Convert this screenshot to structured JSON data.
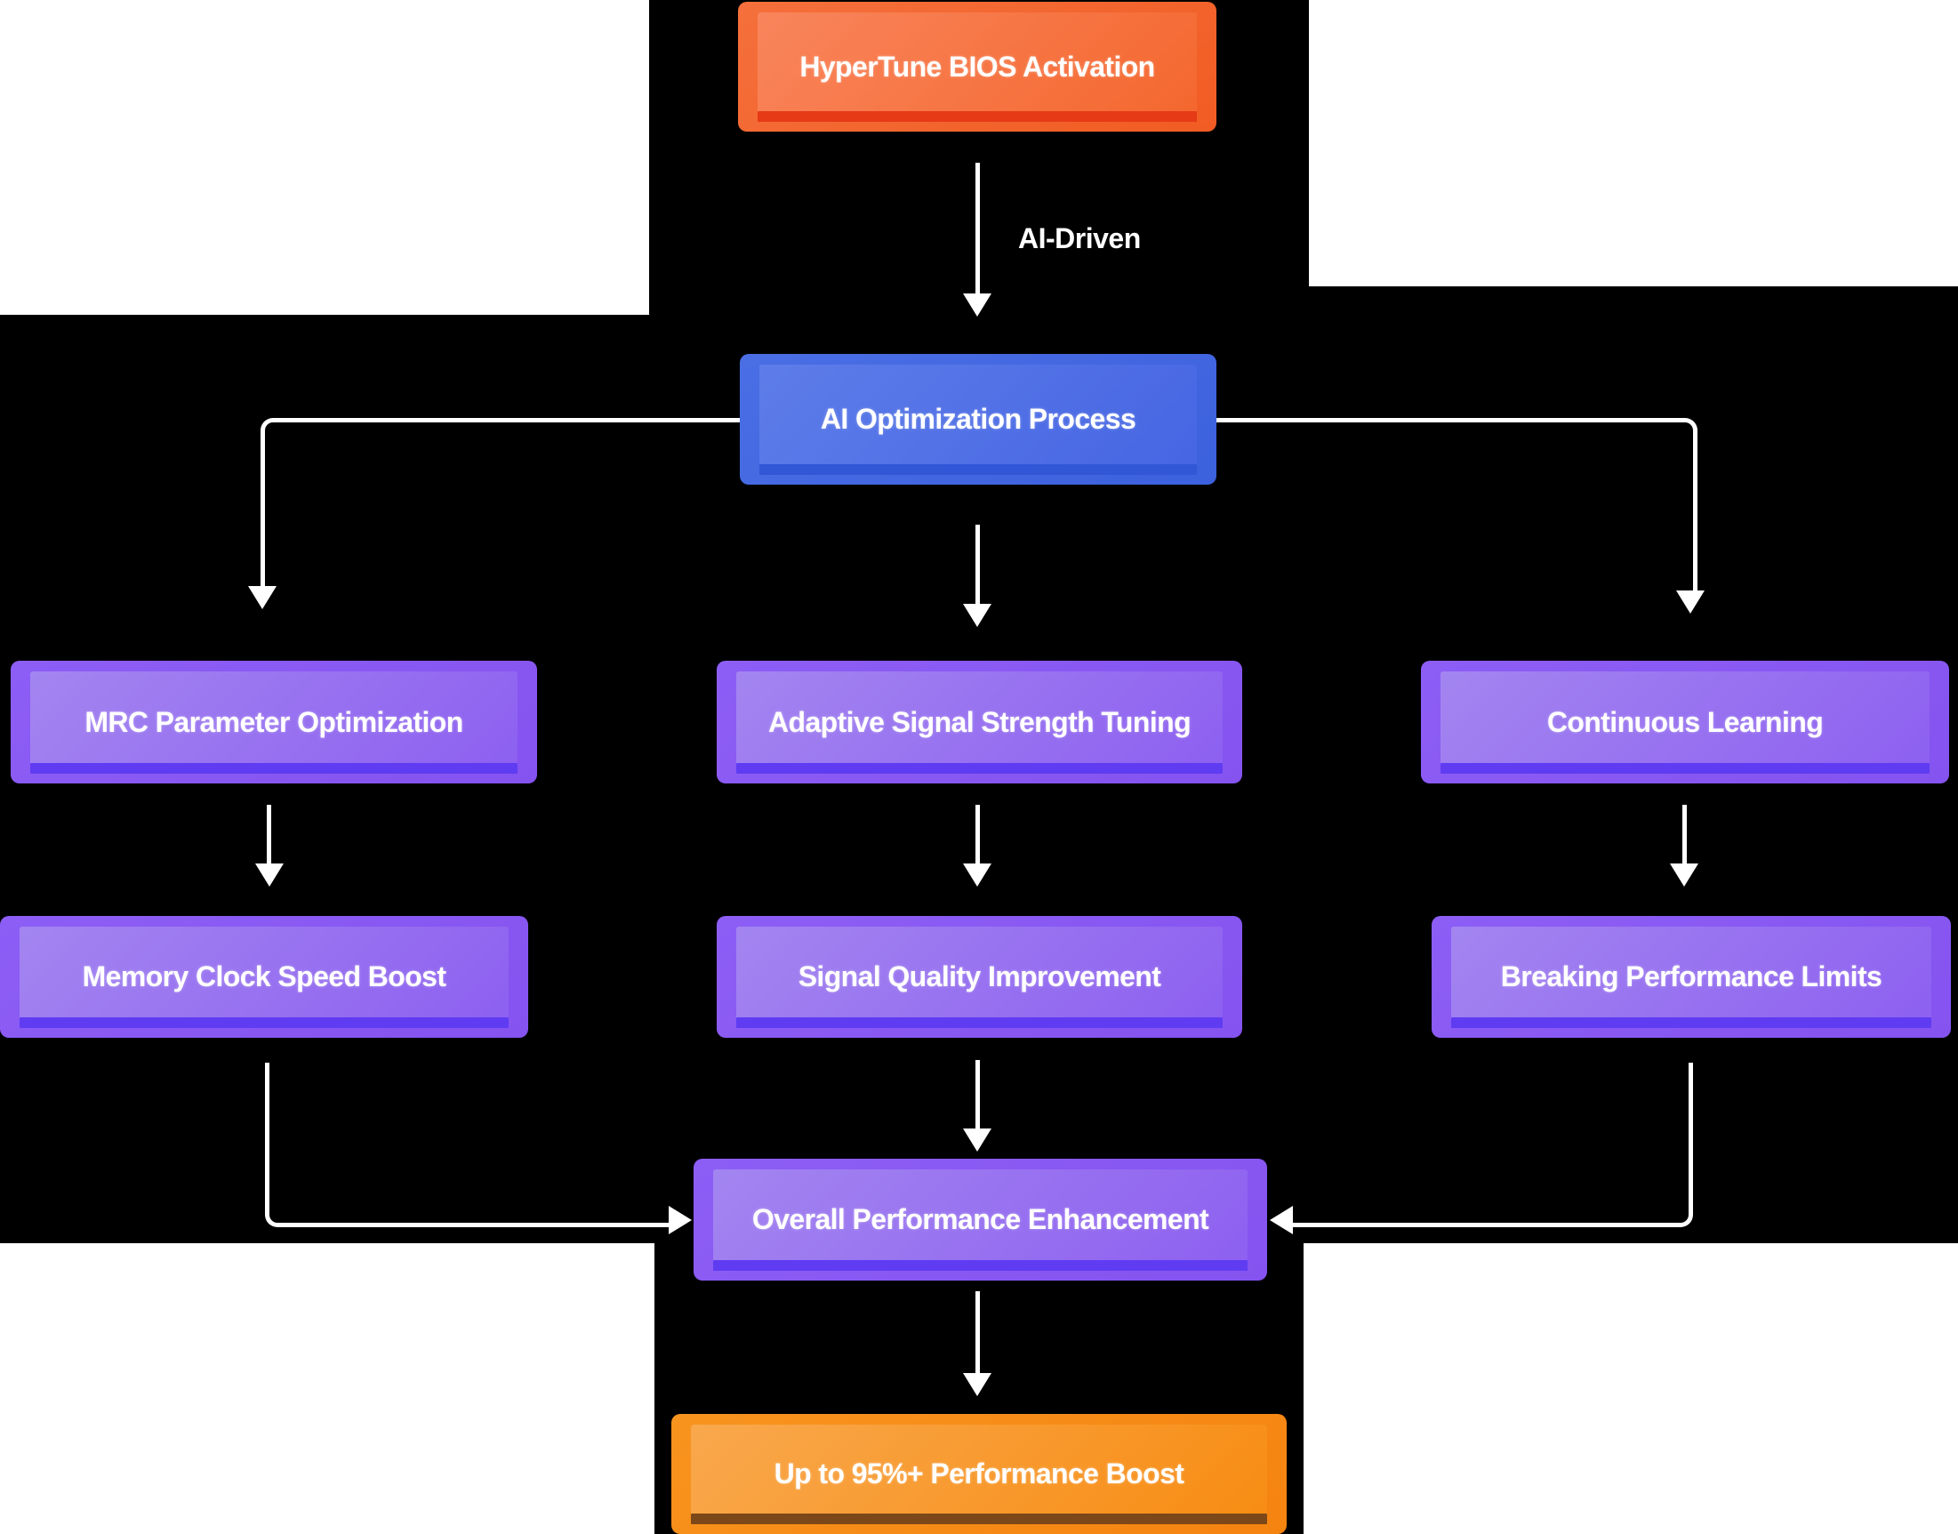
{
  "diagram": {
    "title": "HyperTune BIOS AI optimization flowchart",
    "nodes": [
      {
        "id": "hypertune-bios",
        "label": "HyperTune BIOS Activation",
        "color": "orange"
      },
      {
        "id": "ai-optimization",
        "label": "AI Optimization Process",
        "color": "blue"
      },
      {
        "id": "mrc-parameter",
        "label": "MRC Parameter Optimization",
        "color": "purple"
      },
      {
        "id": "adaptive-signal",
        "label": "Adaptive Signal Strength Tuning",
        "color": "purple"
      },
      {
        "id": "continuous-learning",
        "label": "Continuous Learning",
        "color": "purple"
      },
      {
        "id": "memory-clock",
        "label": "Memory Clock Speed Boost",
        "color": "purple"
      },
      {
        "id": "signal-quality",
        "label": "Signal Quality Improvement",
        "color": "purple"
      },
      {
        "id": "breaking-limits",
        "label": "Breaking Performance Limits",
        "color": "purple"
      },
      {
        "id": "overall-performance",
        "label": "Overall Performance Enhancement",
        "color": "purple"
      },
      {
        "id": "performance-boost",
        "label": "Up to 95%+ Performance Boost",
        "color": "orange-deep"
      }
    ],
    "edge_labels": {
      "ai_driven": "AI-Driven"
    },
    "colors": {
      "page_background": "#ffffff",
      "diagram_background": "#000000",
      "arrow": "#ffffff",
      "orange_node": "#f2612b",
      "orange_node_strip": "#e63a17",
      "blue_node": "#4066df",
      "blue_node_strip": "#3156d6",
      "purple_node": "#8b5cf6",
      "purple_node_strip": "#5f3cf2",
      "deep_orange_node": "#f78e20",
      "deep_orange_node_strip": "#7c4819",
      "label_text": "#ffffff"
    }
  }
}
